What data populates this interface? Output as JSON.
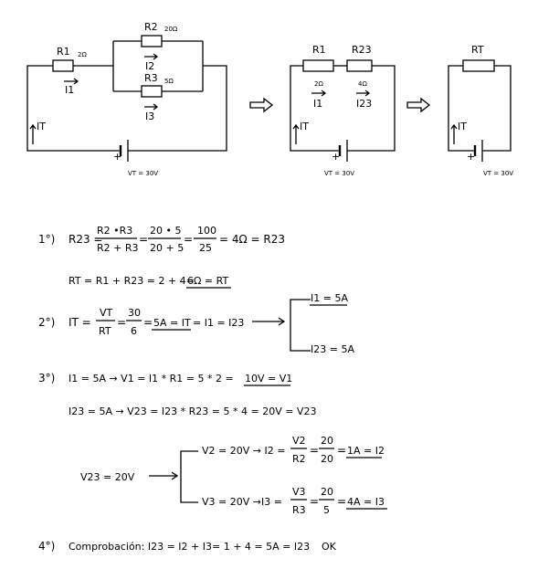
{
  "circuit1": {
    "r1": "R1",
    "r1_val": "2Ω",
    "r2": "R2",
    "r2_val": "20Ω",
    "r3": "R3",
    "r3_val": "5Ω",
    "i1": "I1",
    "i2": "I2",
    "i3": "I3",
    "it": "IT",
    "vt": "VT = 30V",
    "plus": "+"
  },
  "circuit2": {
    "r1": "R1",
    "r23": "R23",
    "r1_val": "2Ω",
    "r23_val": "4Ω",
    "i1": "I1",
    "i23": "I23",
    "it": "IT",
    "vt": "VT = 30V",
    "plus": "+"
  },
  "circuit3": {
    "rt": "RT",
    "it": "IT",
    "vt": "VT = 30V",
    "plus": "+"
  },
  "steps": {
    "s1": {
      "num": "1°)",
      "lhs": "R23 =",
      "f1_num": "R2 •R3",
      "f1_den": "R2 + R3",
      "eq_a": "=",
      "f2_num": "20 • 5",
      "f2_den": "20 + 5",
      "eq_b": "=",
      "f3_num": "100",
      "f3_den": "25",
      "tail": "= 4Ω = R23",
      "line2": "RT = R1 + R23 = 2 + 4=",
      "line2_result": "6Ω = RT"
    },
    "s2": {
      "num": "2°)",
      "lhs": "IT =",
      "f1_num": "VT",
      "f1_den": "RT",
      "eq": "=",
      "f2_num": "30",
      "f2_den": "6",
      "mid_eq": "=",
      "result": "5A = IT",
      "tail": "= I1 = I23",
      "branch_top": "I1 = 5A",
      "branch_bottom": "I23 = 5A"
    },
    "s3": {
      "num": "3°)",
      "line1": "I1 = 5A → V1 = I1 * R1 = 5 * 2 =",
      "line1_result": "10V = V1",
      "line2": "I23 = 5A → V23 = I23 * R23 = 5 * 4 = 20V = V23",
      "v23": "V23 = 20V",
      "top_lhs": "V2 = 20V → I2 =",
      "top_f1_num": "V2",
      "top_f1_den": "R2",
      "top_eq": "=",
      "top_f2_num": "20",
      "top_f2_den": "20",
      "top_eq2": "=",
      "top_result": "1A = I2",
      "bot_lhs": "V3 = 20V →I3 =",
      "bot_f1_num": "V3",
      "bot_f1_den": "R3",
      "bot_eq": "=",
      "bot_f2_num": "20",
      "bot_f2_den": "5",
      "bot_eq2": "=",
      "bot_result": "4A = I3"
    },
    "s4": {
      "num": "4°)",
      "text": "Comprobación: I23 = I2 + I3= 1 + 4 = 5A = I23",
      "ok": "OK"
    }
  }
}
